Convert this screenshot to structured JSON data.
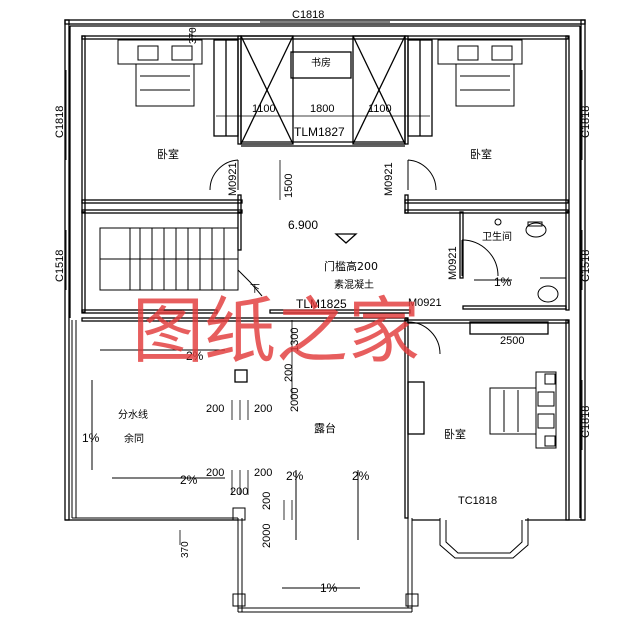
{
  "windows": {
    "top": "C1818",
    "left_upper": "C1818",
    "right_upper": "C1818",
    "left_stair": "C1518",
    "right_bath": "C1518",
    "right_bedroom": "C1818",
    "bay": "TC1818"
  },
  "doors": {
    "study_slider": "TLM1827",
    "balcony_slider": "TLM1825",
    "left_bedroom": "M0921",
    "right_bedroom": "M0921",
    "bath": "M0921",
    "hall": "M0921",
    "door_height_note": "门槛高200"
  },
  "rooms": {
    "study": "书房",
    "bedroom_left": "卧室",
    "bedroom_right": "卧室",
    "bedroom_lower": "卧室",
    "bath": "卫生间",
    "terrace": "露台",
    "concrete": "素混凝土",
    "drain_line": "分水线",
    "same_above": "余同",
    "stair_down": "下"
  },
  "elevation": "6.900",
  "dims": {
    "top_370": "370",
    "bottom_370": "370",
    "study_left": "1100",
    "study_mid": "1800",
    "study_right": "1100",
    "hall_1500": "1500",
    "d1300": "1300",
    "d2000": "2000",
    "d200": "200",
    "d2500": "2500"
  },
  "slopes": {
    "s1": "1%",
    "s2": "2%"
  },
  "watermark": "图纸之家"
}
